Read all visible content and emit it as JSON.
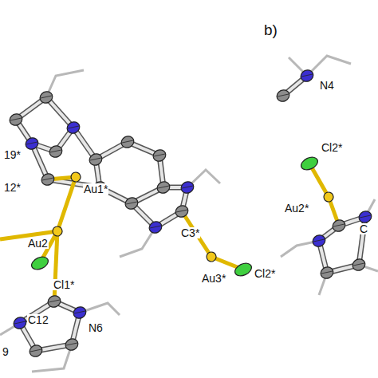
{
  "diagram": {
    "labels": [
      "19*",
      "12*",
      "Au1*",
      "C3*",
      "Au3*",
      "Cl2*",
      "Au2",
      "Cl1*",
      "C12",
      "N6",
      "9",
      "b)",
      "N4",
      "Cl2*",
      "Au2*",
      "C"
    ]
  }
}
